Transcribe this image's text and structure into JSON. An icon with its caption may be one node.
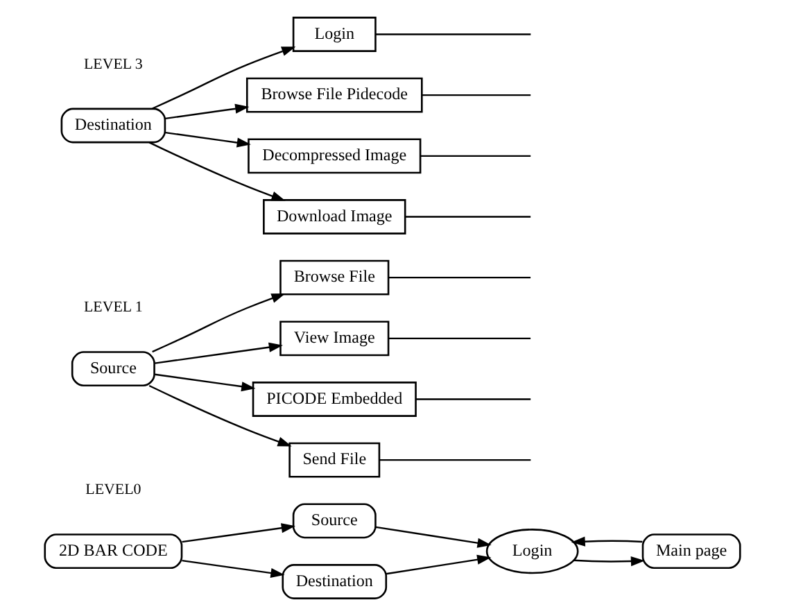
{
  "diagram": {
    "nodes": [
      {
        "text": [
          "2D BAR CODE"
        ]
      },
      {
        "text": [
          "Source"
        ]
      },
      {
        "text": [
          "Destination"
        ]
      },
      {
        "text": [
          "Login"
        ]
      },
      {
        "text": [
          "Main page"
        ]
      },
      {
        "text": [
          "Source"
        ]
      },
      {
        "text": [
          "Browse File"
        ]
      },
      {
        "text": [
          "View Image"
        ]
      },
      {
        "text": [
          "PICODE Embedded"
        ]
      },
      {
        "text": [
          "Send File"
        ]
      },
      {
        "text": [
          "Destination"
        ]
      },
      {
        "text": [
          "Login"
        ]
      },
      {
        "text": [
          "Browse File Pidecode"
        ]
      },
      {
        "text": [
          "Decompressed Image"
        ]
      },
      {
        "text": [
          "Download Image"
        ]
      }
    ],
    "edges": [
      {
        "from": 0,
        "to": 1,
        "arrow": "to"
      },
      {
        "from": 0,
        "to": 2,
        "arrow": "to"
      },
      {
        "from": 1,
        "to": 3,
        "arrow": "to"
      },
      {
        "from": 2,
        "to": 3,
        "arrow": "to"
      },
      {
        "from": 3,
        "to": 4,
        "arrow": "to"
      },
      {
        "from": 4,
        "to": 3,
        "arrow": "to"
      },
      {
        "from": 5,
        "to": 6,
        "arrow": "to"
      },
      {
        "from": 5,
        "to": 7,
        "arrow": "to"
      },
      {
        "from": 5,
        "to": 8,
        "arrow": "to"
      },
      {
        "from": 5,
        "to": 9,
        "arrow": "to"
      },
      {
        "from": 6,
        "to": null,
        "arrow": "none"
      },
      {
        "from": 7,
        "to": null,
        "arrow": "none"
      },
      {
        "from": 8,
        "to": null,
        "arrow": "none"
      },
      {
        "from": 9,
        "to": null,
        "arrow": "none"
      },
      {
        "from": 10,
        "to": 11,
        "arrow": "to"
      },
      {
        "from": 10,
        "to": 12,
        "arrow": "to"
      },
      {
        "from": 10,
        "to": 13,
        "arrow": "to"
      },
      {
        "from": 10,
        "to": 14,
        "arrow": "to"
      },
      {
        "from": 11,
        "to": null,
        "arrow": "none"
      },
      {
        "from": 12,
        "to": null,
        "arrow": "none"
      },
      {
        "from": 13,
        "to": null,
        "arrow": "none"
      },
      {
        "from": 14,
        "to": null,
        "arrow": "none"
      }
    ],
    "labels": [
      "LEVEL0",
      "LEVEL 1",
      "LEVEL 3"
    ]
  }
}
